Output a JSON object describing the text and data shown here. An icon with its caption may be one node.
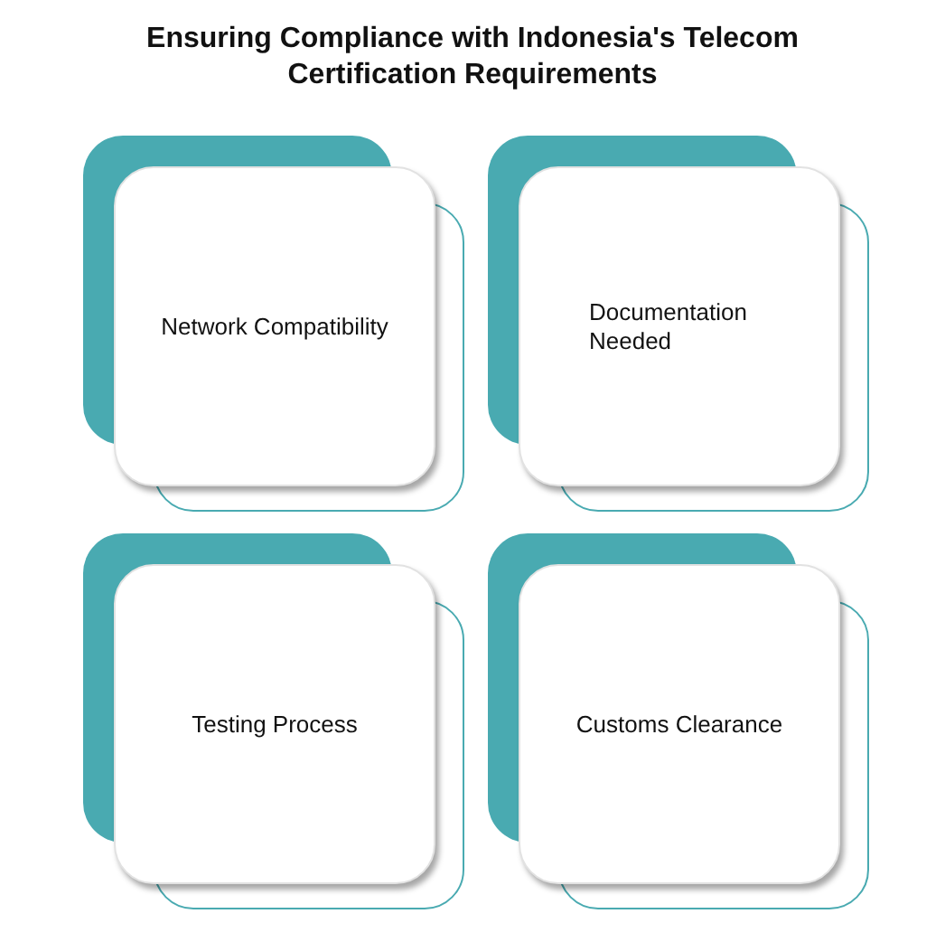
{
  "diagram": {
    "title": "Ensuring Compliance with Indonesia's Telecom Certification Requirements",
    "nodes": [
      {
        "text": [
          "Network Compatibility"
        ]
      },
      {
        "text": [
          "Documentation Needed"
        ]
      },
      {
        "text": [
          "Testing Process"
        ]
      },
      {
        "text": [
          "Customs Clearance"
        ]
      }
    ]
  }
}
